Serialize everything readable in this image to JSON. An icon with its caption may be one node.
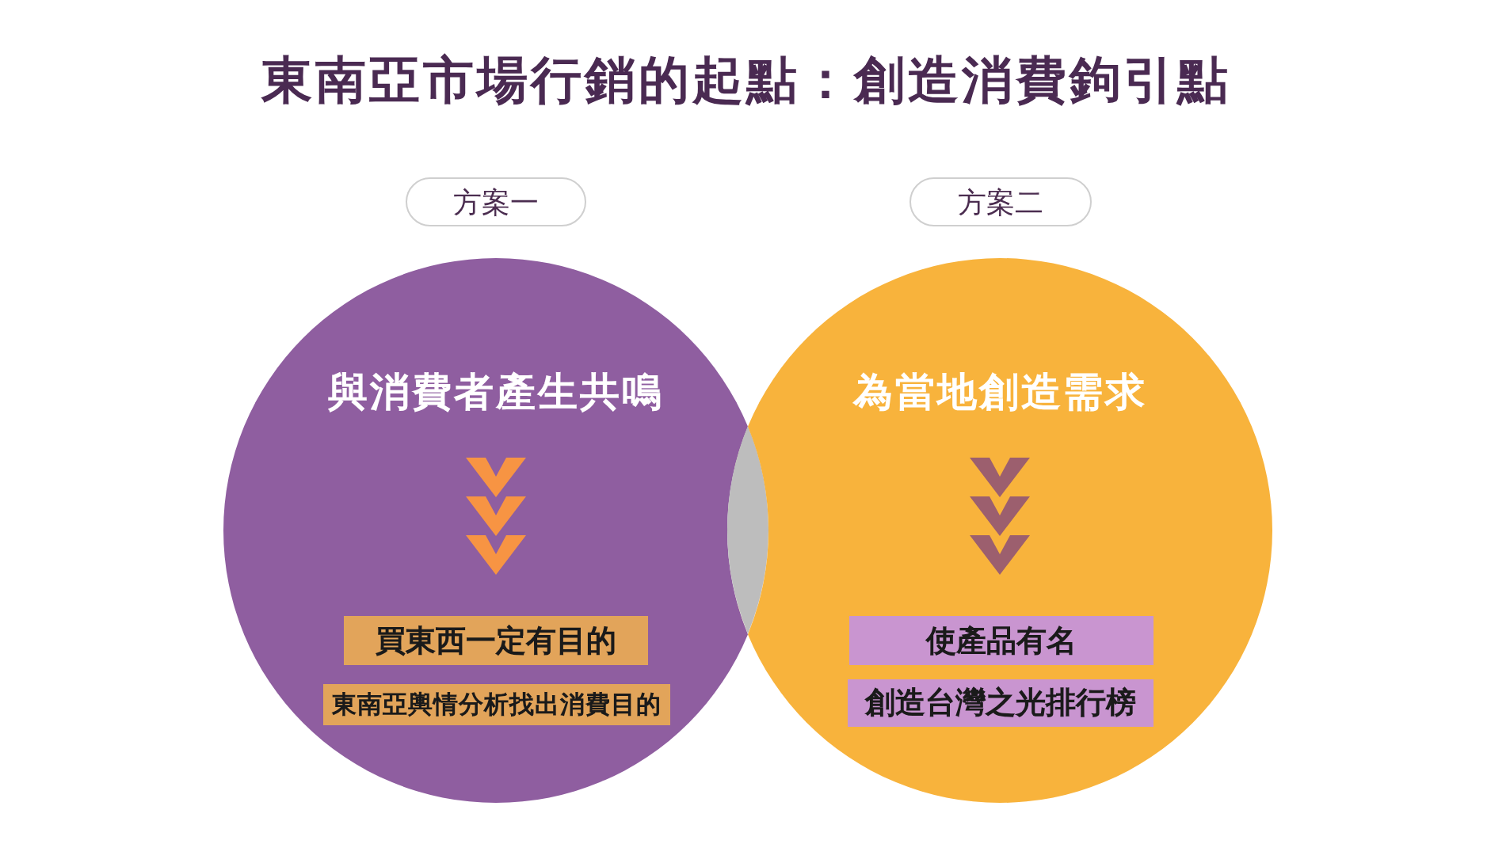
{
  "diagram": {
    "title": "東南亞市場行銷的起點：創造消費鉤引點",
    "nodes": [
      {
        "text": [
          "方案一"
        ]
      },
      {
        "text": [
          "方案二"
        ]
      },
      {
        "text": [],
        "shape": "circle"
      },
      {
        "text": [
          "與消費者產生共鳴"
        ],
        "in": 2
      },
      {
        "text": [
          "買東西一定有目的"
        ],
        "in": 2
      },
      {
        "text": [
          "東南亞輿情分析找出消費目的"
        ],
        "in": 2
      },
      {
        "text": [],
        "shape": "circle"
      },
      {
        "text": [
          "為當地創造需求"
        ],
        "in": 6
      },
      {
        "text": [
          "使產品有名"
        ],
        "in": 6
      },
      {
        "text": [
          "創造台灣之光排行榜"
        ],
        "in": 6
      },
      {
        "text": [],
        "shape": "lens"
      }
    ],
    "edges": [
      {
        "from": 3,
        "to": 4,
        "arrow": "to",
        "color": "#f79443"
      },
      {
        "from": 7,
        "to": 8,
        "arrow": "to",
        "color": "#9c5f6e"
      }
    ]
  }
}
